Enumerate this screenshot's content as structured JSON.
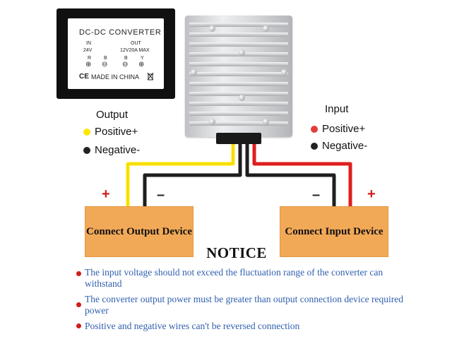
{
  "product_label": {
    "title": "DC-DC CONVERTER",
    "in_label": "IN",
    "out_label": "OUT",
    "in_voltage": "24V",
    "out_rating": "12V20A MAX",
    "terminal_r": "R",
    "terminal_b1": "B",
    "terminal_b2": "B",
    "terminal_y": "Y",
    "plus_symbol": "⊕",
    "minus_symbol": "⊖",
    "ce_mark": "CE",
    "made_in": "MADE IN CHINA",
    "recycle_icon": "recycle-bin-icon"
  },
  "output_legend": {
    "title": "Output",
    "positive": "Positive+",
    "negative": "Negative-",
    "positive_color": "#ffe600",
    "negative_color": "#222222"
  },
  "input_legend": {
    "title": "Input",
    "positive": "Positive+",
    "negative": "Negative-",
    "positive_color": "#e53b3b",
    "negative_color": "#222222"
  },
  "wire_colors": {
    "output_positive": "#ffe600",
    "output_negative": "#1e1e1e",
    "input_positive": "#e01e1e",
    "input_negative": "#1e1e1e"
  },
  "signs": {
    "plus": "+",
    "minus": "–"
  },
  "devices": {
    "output": "Connect Output Device",
    "input": "Connect Input Device",
    "box_color": "#f2a957"
  },
  "notice": {
    "title": "NOTICE",
    "items": [
      "The input voltage  should not exceed the fluctuation range of the converter can withstand",
      "The converter output power must be  greater than output connection device required power",
      "Positive and negative wires can't be  reversed connection"
    ]
  }
}
